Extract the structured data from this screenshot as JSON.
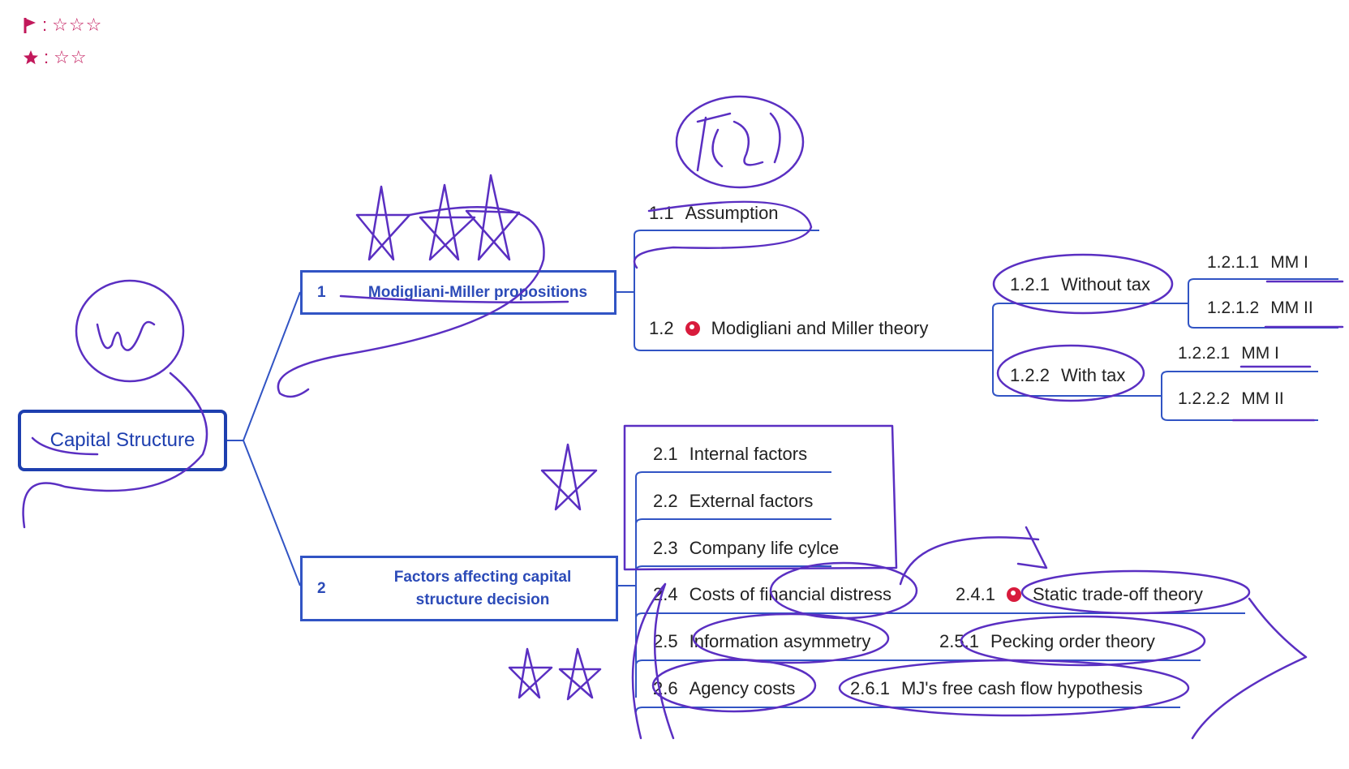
{
  "legend": [
    {
      "icon": "flag",
      "separator": ":",
      "stars": "☆☆☆"
    },
    {
      "icon": "star",
      "separator": ":",
      "stars": "☆☆"
    }
  ],
  "root": {
    "label": "Capital Structure"
  },
  "branch1": {
    "num": "1",
    "label": "Modigliani-Miller propositions"
  },
  "branch2": {
    "num": "2",
    "label": "Factors affecting capital structure decision"
  },
  "b1_children": [
    {
      "num": "1.1",
      "label": "Assumption"
    },
    {
      "num": "1.2",
      "label": "Modigliani and Miller theory"
    }
  ],
  "b12_children": [
    {
      "num": "1.2.1",
      "label": "Without tax"
    },
    {
      "num": "1.2.2",
      "label": "With tax"
    }
  ],
  "mm_leaves": [
    {
      "num": "1.2.1.1",
      "label": "MM I"
    },
    {
      "num": "1.2.1.2",
      "label": "MM II"
    },
    {
      "num": "1.2.2.1",
      "label": "MM I"
    },
    {
      "num": "1.2.2.2",
      "label": "MM II"
    }
  ],
  "b2_children": [
    {
      "num": "2.1",
      "label": "Internal factors"
    },
    {
      "num": "2.2",
      "label": "External factors"
    },
    {
      "num": "2.3",
      "label": "Company life cylce"
    },
    {
      "num": "2.4",
      "label": "Costs of financial distress"
    },
    {
      "num": "2.5",
      "label": "Information asymmetry"
    },
    {
      "num": "2.6",
      "label": "Agency costs"
    }
  ],
  "b2_sub": [
    {
      "num": "2.4.1",
      "label": "Static trade-off theory",
      "marker": true
    },
    {
      "num": "2.5.1",
      "label": "Pecking order theory",
      "marker": false
    },
    {
      "num": "2.6.1",
      "label": "MJ's free cash flow hypothesis",
      "marker": false
    }
  ],
  "colors": {
    "branch": "#3154c4",
    "ink": "#5a2fc2",
    "marker": "#d81b3c",
    "legend": "#c2185b"
  }
}
